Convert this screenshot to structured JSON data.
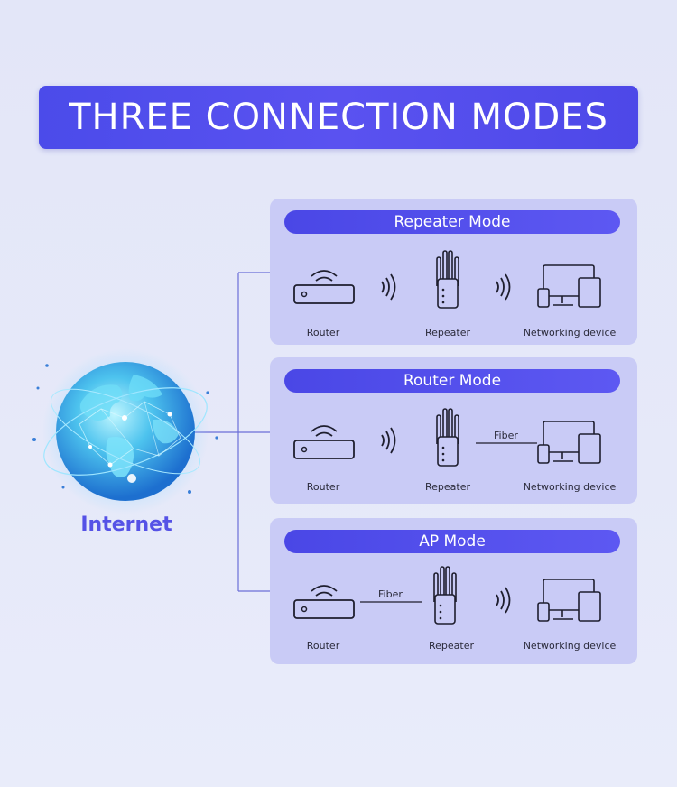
{
  "title": "THREE CONNECTION MODES",
  "internet_label": "Internet",
  "icons": {
    "globe": "globe-icon",
    "router": "router-icon",
    "repeater": "repeater-icon",
    "devices": "networking-devices-icon",
    "wireless": "wireless-waves-icon"
  },
  "colors": {
    "accent": "#4f4ce9",
    "card": "#c9cbf6",
    "background": "#e5e8f8",
    "internet_text": "#5552e6"
  },
  "modes": [
    {
      "name": "Repeater Mode",
      "router_label": "Router",
      "repeater_label": "Repeater",
      "device_label": "Networking device",
      "link1": "wireless",
      "link2": "wireless"
    },
    {
      "name": "Router Mode",
      "router_label": "Router",
      "repeater_label": "Repeater",
      "device_label": "Networking device",
      "link1": "wireless",
      "link2": "Fiber"
    },
    {
      "name": "AP Mode",
      "router_label": "Router",
      "repeater_label": "Repeater",
      "device_label": "Networking device",
      "link1": "Fiber",
      "link2": "wireless"
    }
  ]
}
